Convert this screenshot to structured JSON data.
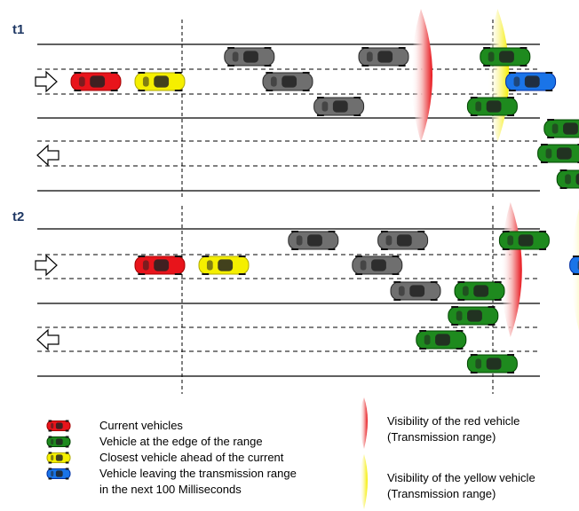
{
  "panels": [
    {
      "label": "t1",
      "left_lane_arrow": "right",
      "right_lane_arrow": "left",
      "cars": [
        {
          "color": "red",
          "row": 1,
          "col": 0.0
        },
        {
          "color": "yellow",
          "row": 1,
          "col": 1.0
        },
        {
          "color": "gray",
          "row": 0,
          "col": 2.4
        },
        {
          "color": "gray",
          "row": 1,
          "col": 3.0
        },
        {
          "color": "gray",
          "row": 0,
          "col": 4.5
        },
        {
          "color": "gray",
          "row": 2,
          "col": 3.8
        },
        {
          "color": "green",
          "row": 0,
          "col": 6.4
        },
        {
          "color": "green",
          "row": 2,
          "col": 6.2
        },
        {
          "color": "blue",
          "row": 1,
          "col": 6.8
        },
        {
          "color": "green",
          "row": 3,
          "col": 7.4
        },
        {
          "color": "green",
          "row": 4,
          "col": 7.3
        },
        {
          "color": "green",
          "row": 5,
          "col": 7.6
        }
      ],
      "ranges": [
        {
          "color": "red",
          "col": 5.5
        },
        {
          "color": "yellow",
          "col": 6.7
        }
      ]
    },
    {
      "label": "t2",
      "left_lane_arrow": "right",
      "right_lane_arrow": "left",
      "cars": [
        {
          "color": "red",
          "row": 1,
          "col": 1.0
        },
        {
          "color": "yellow",
          "row": 1,
          "col": 2.0
        },
        {
          "color": "gray",
          "row": 0,
          "col": 3.4
        },
        {
          "color": "gray",
          "row": 0,
          "col": 4.8
        },
        {
          "color": "gray",
          "row": 1,
          "col": 4.4
        },
        {
          "color": "gray",
          "row": 2,
          "col": 5.0
        },
        {
          "color": "green",
          "row": 0,
          "col": 6.7
        },
        {
          "color": "green",
          "row": 2,
          "col": 6.0
        },
        {
          "color": "green",
          "row": 3,
          "col": 5.9
        },
        {
          "color": "green",
          "row": 4,
          "col": 5.4
        },
        {
          "color": "green",
          "row": 5,
          "col": 6.2
        },
        {
          "color": "blue",
          "row": 1,
          "col": 7.8
        }
      ],
      "ranges": [
        {
          "color": "red",
          "col": 6.9
        },
        {
          "color": "yellow",
          "col": 8.0
        }
      ]
    }
  ],
  "legend": {
    "items": [
      {
        "color": "red",
        "text": "Current vehicles"
      },
      {
        "color": "green",
        "text": "Vehicle at the edge of the range"
      },
      {
        "color": "yellow",
        "text": "Closest vehicle ahead of the current"
      },
      {
        "color": "blue",
        "text": "Vehicle leaving the transmission range"
      },
      {
        "color": "",
        "text": "in the next 100 Milliseconds"
      }
    ],
    "ranges": [
      {
        "color": "red",
        "line1": "Visibility of the red vehicle",
        "line2": "(Transmission range)"
      },
      {
        "color": "yellow",
        "line1": "Visibility of the yellow vehicle",
        "line2": "(Transmission range)"
      }
    ]
  },
  "colors": {
    "red": "#e8141b",
    "yellow": "#f5ef00",
    "gray": "#6f6f6f",
    "green": "#1e8a1e",
    "blue": "#1a74e8"
  }
}
